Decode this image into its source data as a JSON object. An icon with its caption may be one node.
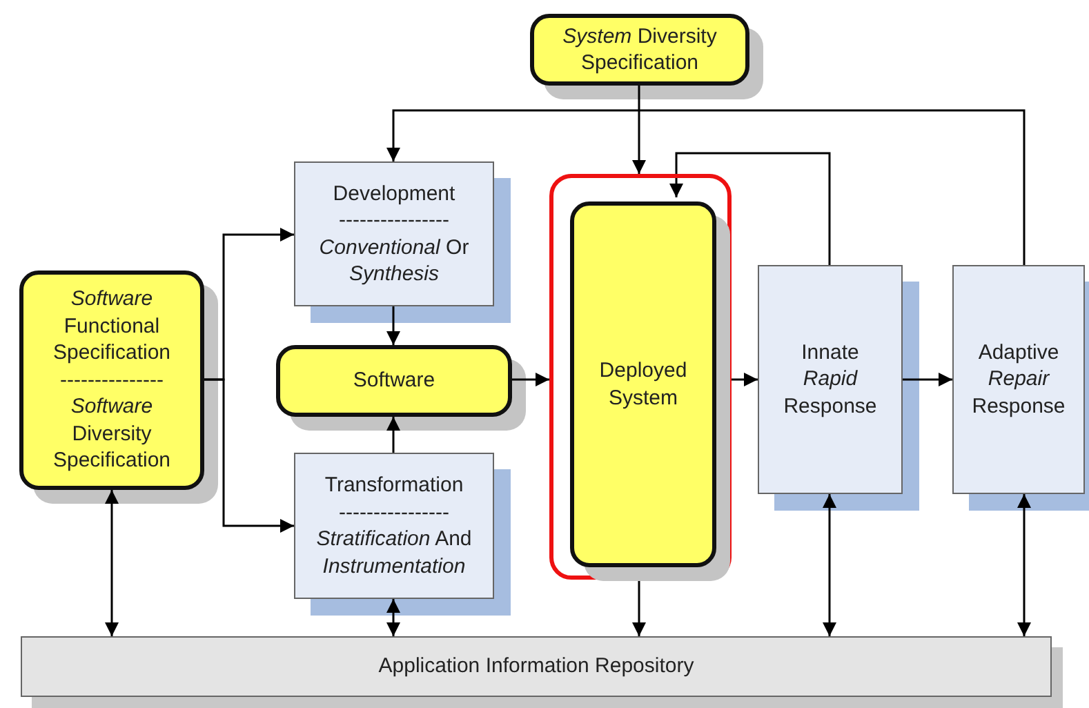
{
  "diagram": {
    "nodes": [
      {
        "text": [
          "*System* Diversity Specification"
        ]
      },
      {
        "text": [
          "*Software* Functional Specification",
          "---------------",
          "*Software* Diversity Specification"
        ]
      },
      {
        "text": [
          "Development",
          "----------------",
          "*Conventional* Or *Synthesis*"
        ]
      },
      {
        "text": [
          "Software"
        ]
      },
      {
        "text": [
          "Transformation",
          "----------------",
          "*Stratification* And *Instrumentation*"
        ]
      },
      {
        "text": [],
        "shape": "box"
      },
      {
        "text": [
          "Deployed System"
        ],
        "in": 5
      },
      {
        "text": [
          "Innate *Rapid* Response"
        ]
      },
      {
        "text": [
          "Adaptive *Repair* Response"
        ]
      },
      {
        "text": [
          "Application Information Repository"
        ]
      }
    ],
    "edges": [
      {
        "from": 0,
        "to": 5,
        "arrow": "to"
      },
      {
        "from": 8,
        "to": 2,
        "arrow": "to"
      },
      {
        "from": 7,
        "to": 6,
        "arrow": "to"
      },
      {
        "from": 1,
        "to": 2,
        "arrow": "to"
      },
      {
        "from": 1,
        "to": 4,
        "arrow": "to"
      },
      {
        "from": 2,
        "to": 3,
        "arrow": "to"
      },
      {
        "from": 4,
        "to": 3,
        "arrow": "to"
      },
      {
        "from": 3,
        "to": 5,
        "arrow": "to"
      },
      {
        "from": 6,
        "to": 7,
        "arrow": "to"
      },
      {
        "from": 7,
        "to": 8,
        "arrow": "to"
      },
      {
        "from": 1,
        "to": 9,
        "arrow": "both"
      },
      {
        "from": 4,
        "to": 9,
        "arrow": "both"
      },
      {
        "from": 6,
        "to": 9,
        "arrow": "both"
      },
      {
        "from": 7,
        "to": 9,
        "arrow": "both"
      },
      {
        "from": 8,
        "to": 9,
        "arrow": "both"
      }
    ]
  }
}
